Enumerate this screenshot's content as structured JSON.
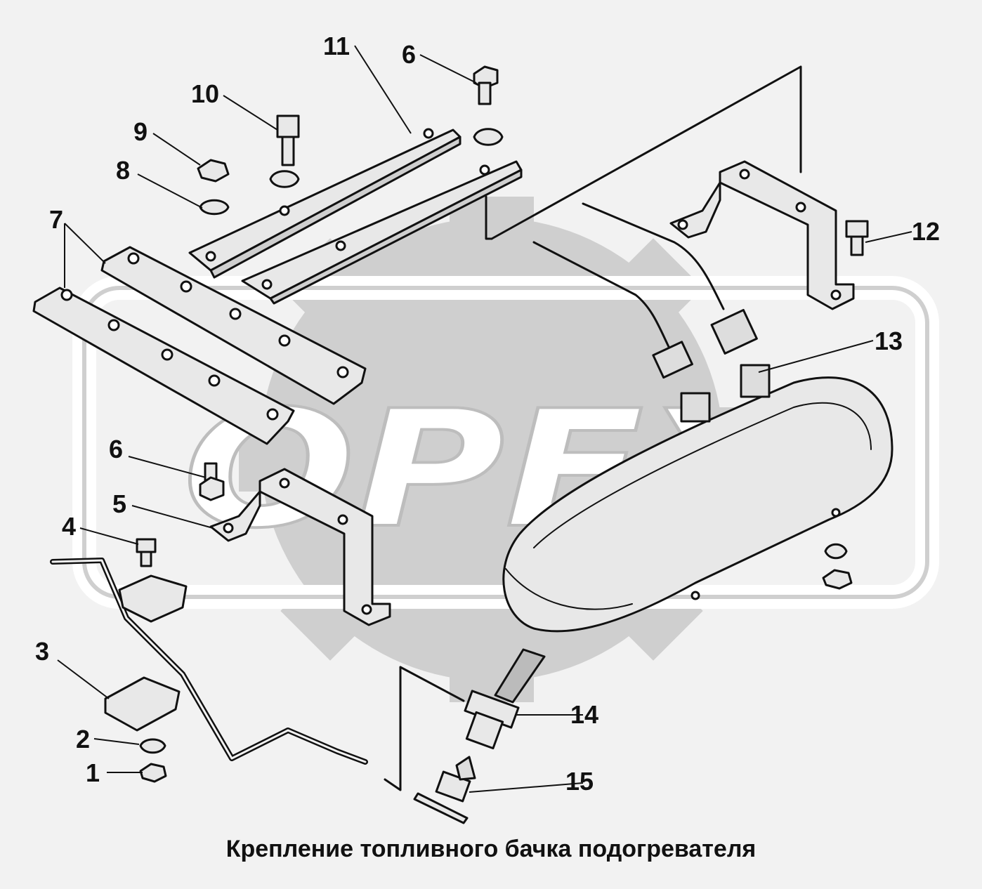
{
  "caption": "Крепление топливного бачка подогревателя",
  "watermark": "OPEX",
  "colors": {
    "background": "#f2f2f2",
    "watermark_gear": "#cfcfcf",
    "line": "#111111",
    "part_fill": "#e8e8e8"
  },
  "callouts": [
    {
      "id": "1",
      "text": "1"
    },
    {
      "id": "2",
      "text": "2"
    },
    {
      "id": "3",
      "text": "3"
    },
    {
      "id": "4",
      "text": "4"
    },
    {
      "id": "5",
      "text": "5"
    },
    {
      "id": "6a",
      "text": "6"
    },
    {
      "id": "6b",
      "text": "6"
    },
    {
      "id": "7",
      "text": "7"
    },
    {
      "id": "8",
      "text": "8"
    },
    {
      "id": "9",
      "text": "9"
    },
    {
      "id": "10",
      "text": "10"
    },
    {
      "id": "11",
      "text": "11"
    },
    {
      "id": "12",
      "text": "12"
    },
    {
      "id": "13",
      "text": "13"
    },
    {
      "id": "14",
      "text": "14"
    },
    {
      "id": "15",
      "text": "15"
    }
  ]
}
